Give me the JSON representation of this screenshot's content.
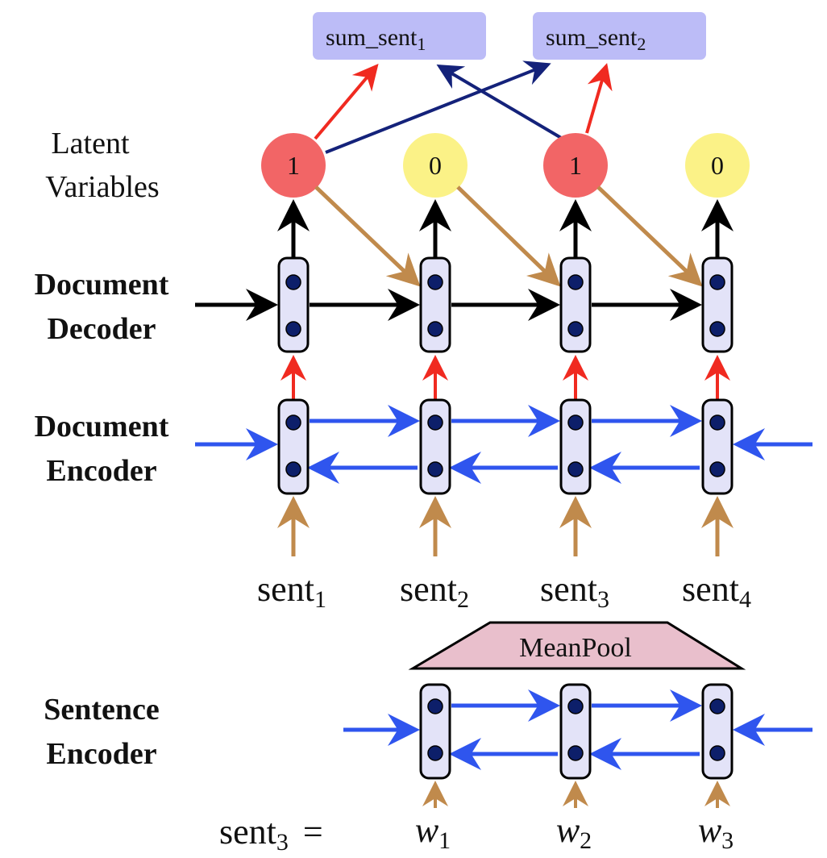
{
  "labels": {
    "latent_line1": "Latent",
    "latent_line2": "Variables",
    "doc_decoder_line1": "Document",
    "doc_decoder_line2": "Decoder",
    "doc_encoder_line1": "Document",
    "doc_encoder_line2": "Encoder",
    "sent_encoder_line1": "Sentence",
    "sent_encoder_line2": "Encoder"
  },
  "summary_boxes": [
    {
      "base": "sum",
      "sep": "_",
      "rest": "sent",
      "sub": "1"
    },
    {
      "base": "sum",
      "sep": "_",
      "rest": "sent",
      "sub": "2"
    }
  ],
  "latent_nodes": [
    {
      "value": "1",
      "state": "selected"
    },
    {
      "value": "0",
      "state": "unselected"
    },
    {
      "value": "1",
      "state": "selected"
    },
    {
      "value": "0",
      "state": "unselected"
    }
  ],
  "sentences": [
    {
      "base": "sent",
      "sub": "1"
    },
    {
      "base": "sent",
      "sub": "2"
    },
    {
      "base": "sent",
      "sub": "3"
    },
    {
      "base": "sent",
      "sub": "4"
    }
  ],
  "meanpool": "MeanPool",
  "sentence_eq": {
    "base": "sent",
    "sub": "3",
    "eq": "="
  },
  "words": [
    {
      "base": "w",
      "sub": "1"
    },
    {
      "base": "w",
      "sub": "2"
    },
    {
      "base": "w",
      "sub": "3"
    }
  ],
  "colors": {
    "selected_fill": "#f26566",
    "unselected_fill": "#fbf287",
    "summary_fill": "#bcbcf7",
    "cell_fill": "#e3e3f8",
    "cell_dot": "#0d1f6a",
    "pool_fill": "#e9bfcc",
    "red_arrow": "#f02a20",
    "navy_arrow": "#14227a",
    "tan_arrow": "#c08a4c",
    "blue_arrow": "#2f55ee",
    "black_arrow": "#000000"
  }
}
